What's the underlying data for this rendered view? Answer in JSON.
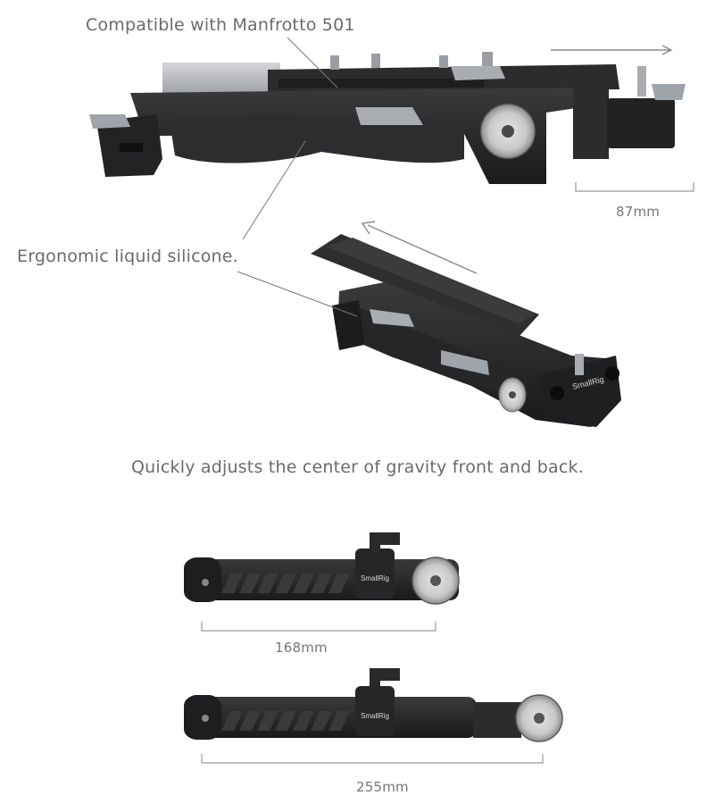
{
  "callouts": {
    "compatible": "Compatible with Manfrotto 501",
    "ergonomic": "Ergonomic liquid silicone.",
    "gravity": "Quickly adjusts the center of gravity front and back."
  },
  "dimensions": {
    "extension_top": "87mm",
    "arm_short": "168mm",
    "arm_long": "255mm"
  },
  "brand": "SmallRig",
  "colors": {
    "body": "#2a2a2c",
    "body_dark": "#1a1a1b",
    "accent_gray": "#a9adb2",
    "plate_silver": "#b8babd",
    "text": "#6b6b6b",
    "line": "#7a7a7a"
  }
}
